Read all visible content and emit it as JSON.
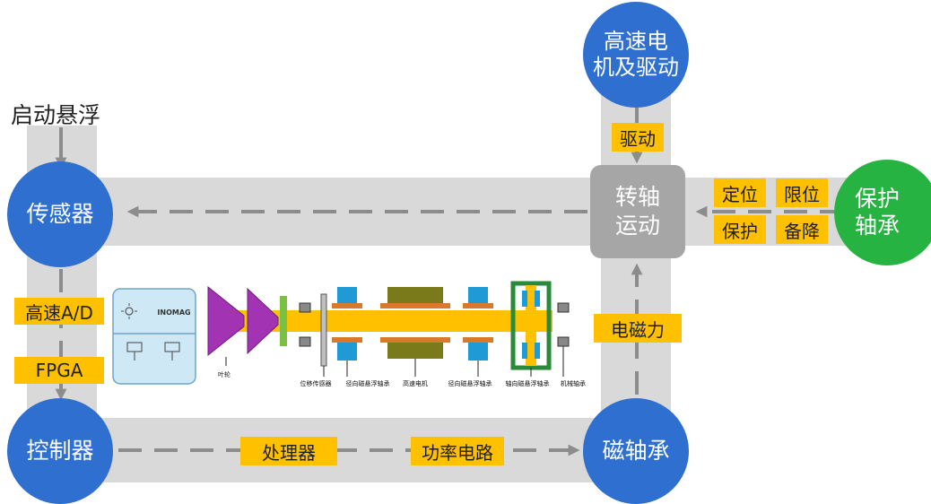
{
  "nodes": {
    "sensor": "传感器",
    "controller": "控制器",
    "magnetic_bearing": "磁轴承",
    "motor": "高速电机及驱动",
    "motor_line1": "高速电",
    "motor_line2": "机及驱动",
    "protect_bearing_line1": "保护",
    "protect_bearing_line2": "轴承",
    "rotor_line1": "转轴",
    "rotor_line2": "运动"
  },
  "labels": {
    "start_levitation": "启动悬浮",
    "drive": "驱动",
    "position": "定位",
    "limit": "限位",
    "protect": "保护",
    "backup_landing": "备降",
    "high_speed_ad": "高速A/D",
    "fpga": "FPGA",
    "processor": "处理器",
    "power_circuit": "功率电路",
    "electromagnetic_force": "电磁力"
  },
  "device": {
    "brand": "INOMAG",
    "captions": [
      "叶轮",
      "位移传感器",
      "径向磁悬浮轴承",
      "高速电机",
      "径向磁悬浮轴承",
      "轴向磁悬浮轴承",
      "机械轴承"
    ]
  },
  "colors": {
    "node_blue": "#2e6fd0",
    "node_green": "#27b341",
    "tag_yellow": "#ffc000",
    "band_gray": "#d9d9d9",
    "rotor_gray": "#a6a6a6",
    "arrow_gray": "#8c8c8c"
  }
}
